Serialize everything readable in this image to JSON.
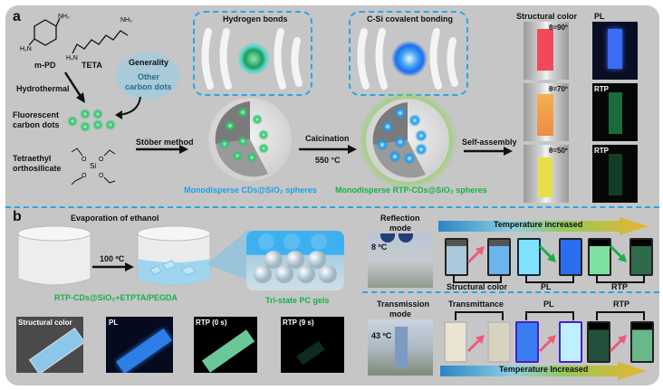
{
  "panel_a": {
    "letter": "a",
    "reactants": {
      "mpd": "m-PD",
      "teta": "TETA"
    },
    "generality": {
      "title": "Generality",
      "subtitle_line1": "Other",
      "subtitle_line2": "carbon dots"
    },
    "hydrothermal": "Hydrothermal",
    "fluorescent_line1": "Fluorescent",
    "fluorescent_line2": "carbon dots",
    "teos_line1": "Tetraethyl",
    "teos_line2": "orthosilicate",
    "stober": "Stöber method",
    "hydrogen_bonds": "Hydrogen bonds",
    "covalent": "C-Si covalent bonding",
    "calcination": "Calcination",
    "calc_temp": "550 °C",
    "self_assembly": "Self-assembly",
    "sphere1_label": "Monodisperse CDs@SiO₂ spheres",
    "sphere2_label": "Monodisperse RTP-CDs@SiO₂ spheres",
    "structural_color": "Structural color",
    "pl": "PL",
    "angles": [
      "θ=90º",
      "θ=70º",
      "θ=50º"
    ],
    "right_photos": [
      "PL",
      "RTP",
      "RTP"
    ]
  },
  "panel_b": {
    "letter": "b",
    "evaporation": "Evaporation of ethanol",
    "temp": "100 ºC",
    "mixture_label": "RTP-CDs@SiO₂+ETPTA/PEGDA",
    "gel_label": "Tri-state PC gels",
    "photos": [
      "Structural color",
      "PL",
      "RTP (0 s)",
      "RTP (9 s)"
    ],
    "reflection": {
      "mode_line1": "Reflection",
      "mode_line2": "mode",
      "temp": "8 ºC",
      "arrow_label": "Temperature increased",
      "groups": [
        "Structural color",
        "PL",
        "RTP"
      ]
    },
    "transmission": {
      "mode_line1": "Transmission",
      "mode_line2": "mode",
      "temp": "43 ºC",
      "arrow_label": "Temperature Increased",
      "groups": [
        "Transmittance",
        "PL",
        "RTP"
      ]
    }
  },
  "colors": {
    "background": "#c6c6c6",
    "dashed": "#23a8e6",
    "label_green": "#17b04a",
    "label_blue": "#1ea0e6"
  }
}
